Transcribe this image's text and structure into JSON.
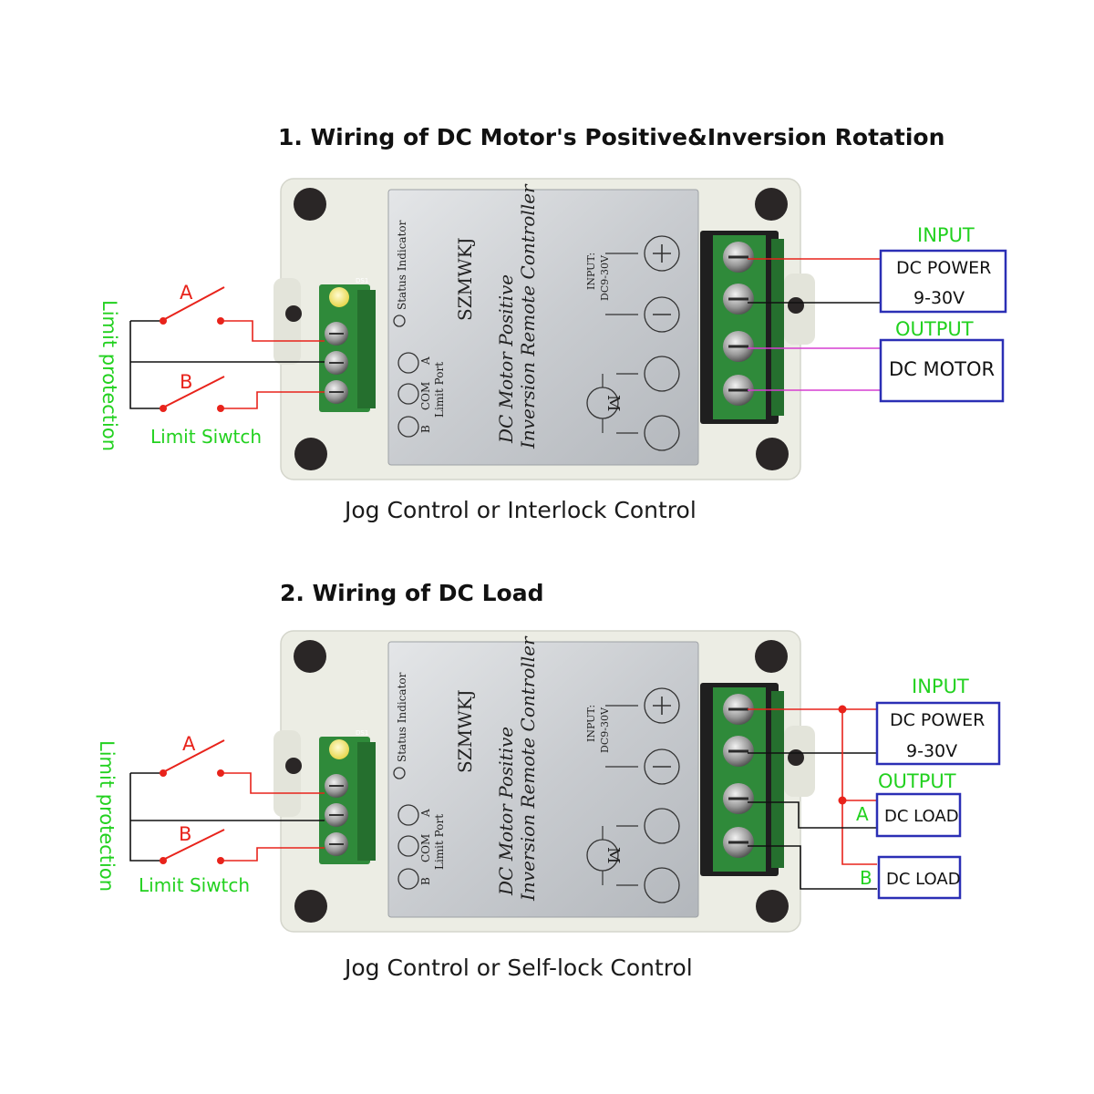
{
  "diagram1": {
    "title": "1. Wiring of DC Motor's Positive&Inversion Rotation",
    "caption": "Jog Control or Interlock Control",
    "side_label": "Limit protection",
    "switch_a": "A",
    "switch_b": "B",
    "switch_caption": "Limit Siwtch",
    "input_label": "INPUT",
    "power_line1": "DC  POWER",
    "power_line2": "9-30V",
    "output_label": "OUTPUT",
    "motor_label": "DC MOTOR"
  },
  "diagram2": {
    "title": "2. Wiring of DC Load",
    "caption": "Jog Control or Self-lock Control",
    "side_label": "Limit protection",
    "switch_a": "A",
    "switch_b": "B",
    "switch_caption": "Limit Siwtch",
    "input_label": "INPUT",
    "power_line1": "DC  POWER",
    "power_line2": "9-30V",
    "output_label": "OUTPUT",
    "load_a_tag": "A",
    "load_b_tag": "B",
    "load_a": "DC LOAD",
    "load_b": "DC LOAD"
  },
  "module": {
    "brand": "SZMWKJ",
    "product_line1": "DC Motor Positive",
    "product_line2": "Inversion Remote Controller",
    "status_indicator": "Status Indicator",
    "port_a": "A",
    "port_com": "COM",
    "port_b": "B",
    "limit_port": "Limit Port",
    "input_spec_1": "INPUT:",
    "input_spec_2": "DC9-30V",
    "plus_symbol": "+",
    "minus_symbol": "−",
    "motor_symbol": "M",
    "led_label": "DS1"
  },
  "colors": {
    "red_wire": "#e8231b",
    "black_wire": "#111111",
    "magenta_wire": "#d63fd2",
    "green_text": "#22d11f",
    "blue_box": "#2b2fb5",
    "terminal_green": "#2f8a3a",
    "housing": "#eceee4",
    "plate": "#c7cace"
  }
}
